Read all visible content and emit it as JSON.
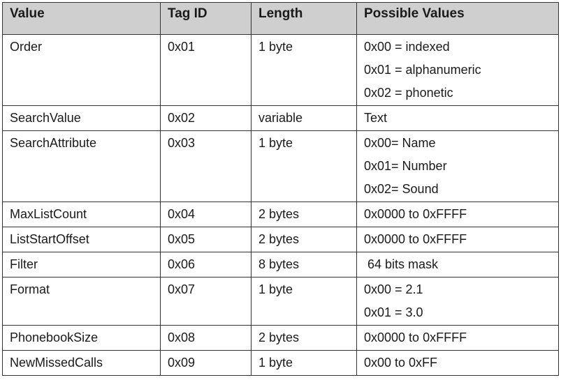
{
  "table": {
    "headers": [
      "Value",
      "Tag ID",
      "Length",
      "Possible Values"
    ],
    "rows": [
      {
        "value": "Order",
        "tag_id": "0x01",
        "length": "1 byte",
        "possible_values": [
          "0x00 = indexed",
          "0x01 = alphanumeric",
          "0x02 = phonetic"
        ]
      },
      {
        "value": "SearchValue",
        "tag_id": "0x02",
        "length": "variable",
        "possible_values": [
          "Text"
        ]
      },
      {
        "value": "SearchAttribute",
        "tag_id": "0x03",
        "length": "1 byte",
        "possible_values": [
          "0x00= Name",
          "0x01= Number",
          "0x02= Sound"
        ]
      },
      {
        "value": "MaxListCount",
        "tag_id": "0x04",
        "length": "2 bytes",
        "possible_values": [
          "0x0000 to 0xFFFF"
        ]
      },
      {
        "value": "ListStartOffset",
        "tag_id": "0x05",
        "length": "2 bytes",
        "possible_values": [
          "0x0000 to 0xFFFF"
        ]
      },
      {
        "value": "Filter",
        "tag_id": "0x06",
        "length": "8 bytes",
        "possible_values": [
          " 64 bits mask"
        ]
      },
      {
        "value": "Format",
        "tag_id": "0x07",
        "length": "1 byte",
        "possible_values": [
          "0x00 = 2.1",
          "0x01 = 3.0"
        ]
      },
      {
        "value": "PhonebookSize",
        "tag_id": "0x08",
        "length": "2 bytes",
        "possible_values": [
          "0x0000 to 0xFFFF"
        ]
      },
      {
        "value": "NewMissedCalls",
        "tag_id": "0x09",
        "length": "1 byte",
        "possible_values": [
          "0x00 to 0xFF"
        ]
      }
    ]
  }
}
